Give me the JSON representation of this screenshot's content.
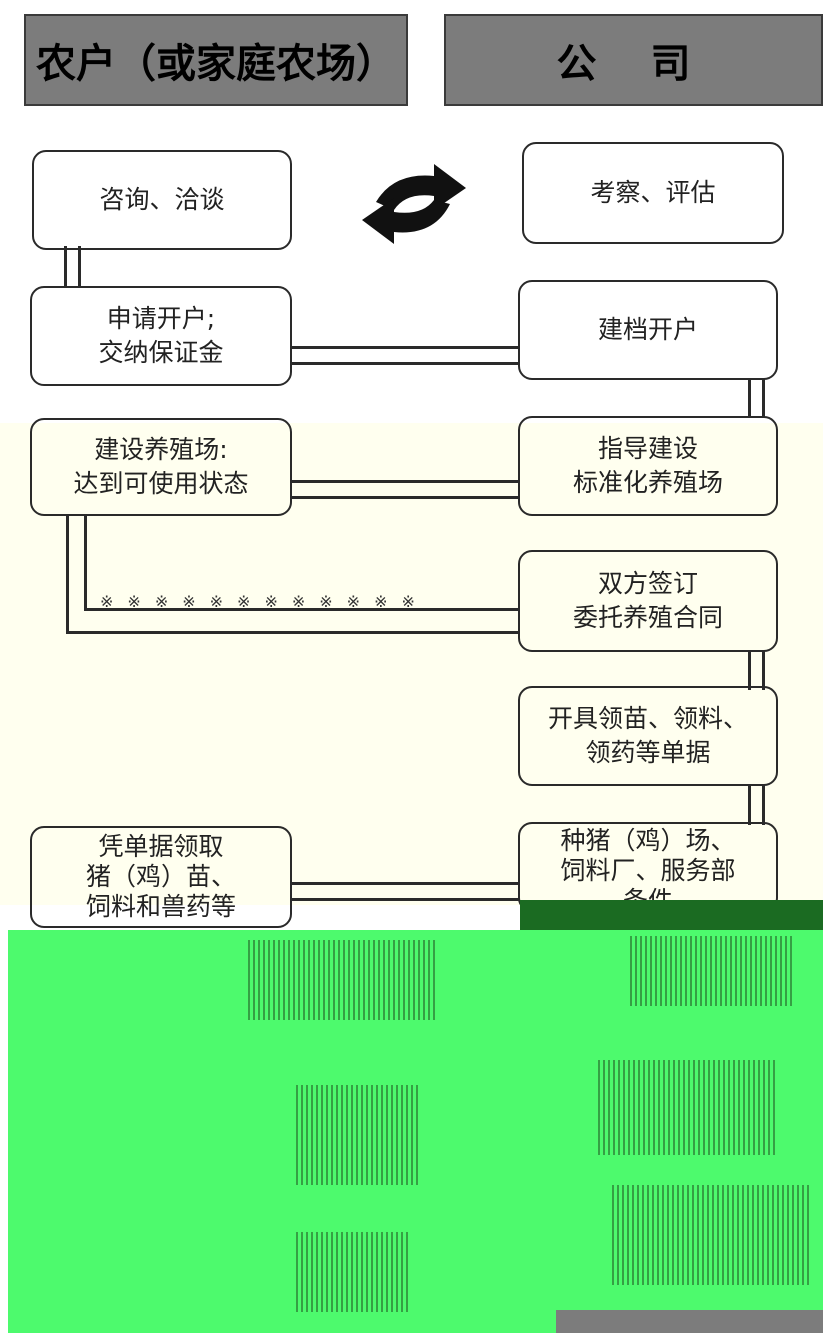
{
  "headers": {
    "left": "农户（或家庭农场）",
    "right": "公  司"
  },
  "farmer_steps": [
    [
      "咨询、洽谈"
    ],
    [
      "申请开户;",
      "交纳保证金"
    ],
    [
      "建设养殖场:",
      "达到可使用状态"
    ],
    [
      "凭单据领取",
      "猪（鸡）苗、",
      "饲料和兽药等"
    ]
  ],
  "company_steps": [
    [
      "考察、评估"
    ],
    [
      "建档开户"
    ],
    [
      "指导建设",
      "标准化养殖场"
    ],
    [
      "双方签订",
      "委托养殖合同"
    ],
    [
      "开具领苗、领料、",
      "领药等单据"
    ],
    [
      "种猪（鸡）场、",
      "饲料厂、服务部",
      "条件"
    ]
  ],
  "colors": {
    "header_bg": "#7c7c7c",
    "cream_bg": "#ffffef",
    "artifact_green": "#4dfa6d"
  },
  "icons": [
    "sync-arrows-icon"
  ]
}
